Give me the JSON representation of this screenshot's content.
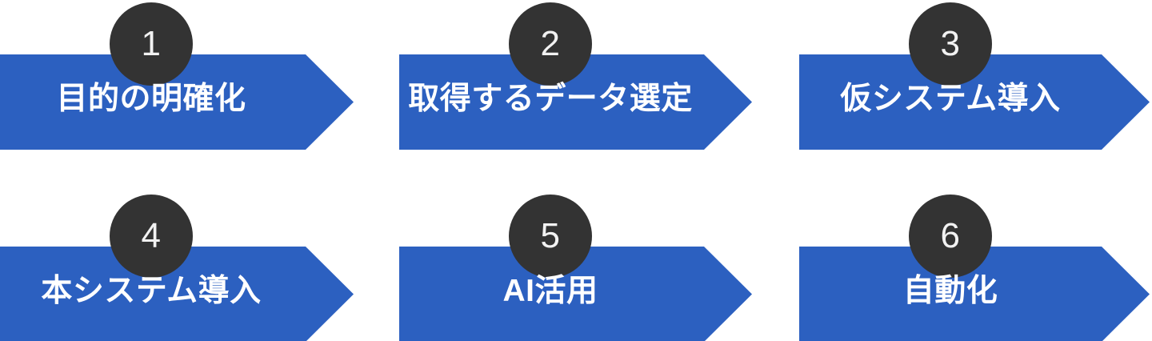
{
  "diagram": {
    "type": "process-flow",
    "title": "",
    "colors": {
      "arrow_fill": "#2c60c0",
      "badge_fill": "#333333",
      "badge_text": "#f2f2f2",
      "label_text": "#ffffff",
      "background": "#ffffff"
    },
    "rows": [
      {
        "steps": [
          {
            "number": "1",
            "label": "目的の明確化"
          },
          {
            "number": "2",
            "label": "取得するデータ選定"
          },
          {
            "number": "3",
            "label": "仮システム導入"
          }
        ]
      },
      {
        "steps": [
          {
            "number": "4",
            "label": "本システム導入"
          },
          {
            "number": "5",
            "label": "AI活用"
          },
          {
            "number": "6",
            "label": "自動化"
          }
        ]
      }
    ]
  }
}
